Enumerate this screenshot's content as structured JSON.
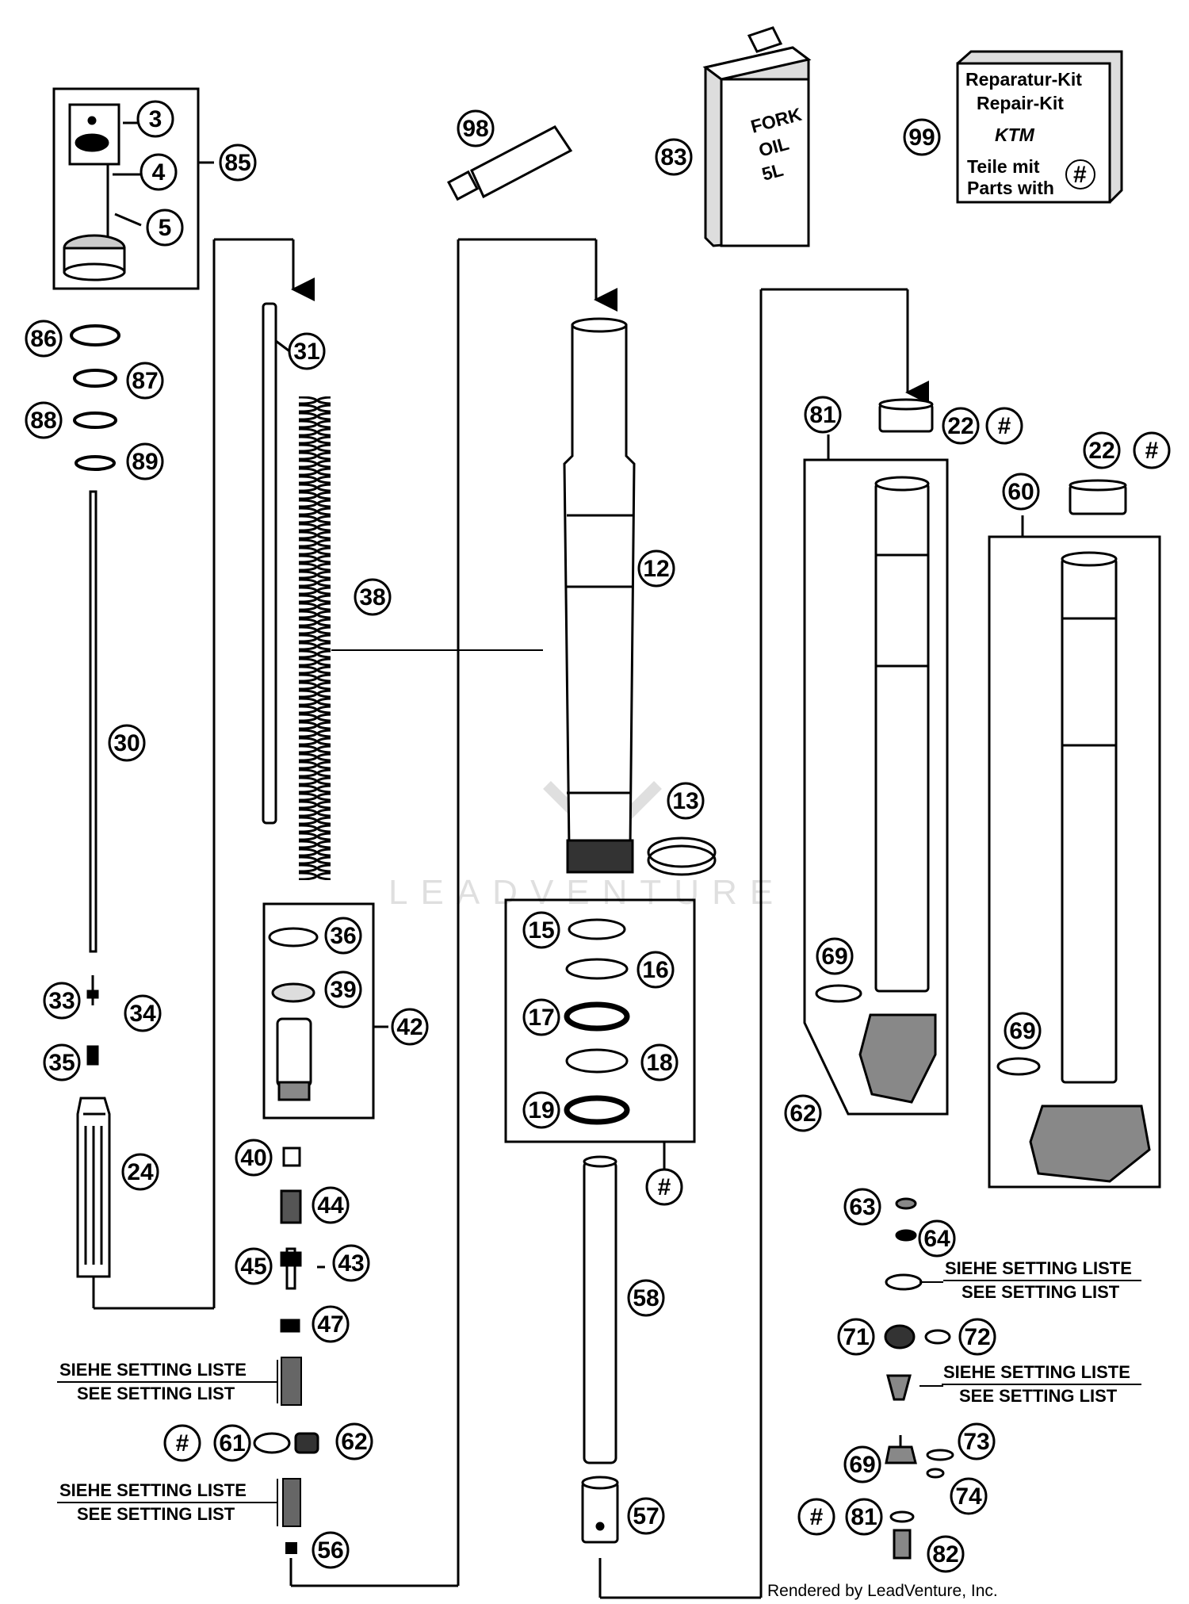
{
  "callouts": {
    "c3": "3",
    "c4": "4",
    "c5": "5",
    "c85": "85",
    "c86": "86",
    "c87": "87",
    "c88": "88",
    "c89": "89",
    "c30": "30",
    "c33": "33",
    "c34": "34",
    "c35": "35",
    "c24": "24",
    "c31": "31",
    "c36": "36",
    "c38": "38",
    "c39": "39",
    "c42": "42",
    "c40": "40",
    "c44": "44",
    "c45": "45",
    "c43": "43",
    "c47": "47",
    "c61": "61",
    "c62a": "62",
    "c56": "56",
    "c98": "98",
    "c83": "83",
    "c99": "99",
    "c12": "12",
    "c13": "13",
    "c15": "15",
    "c16": "16",
    "c17": "17",
    "c18": "18",
    "c19": "19",
    "c58": "58",
    "c57": "57",
    "c81": "81",
    "c22a": "22",
    "c22b": "22",
    "c60": "60",
    "c69a": "69",
    "c69b": "69",
    "c62b": "62",
    "c63": "63",
    "c64": "64",
    "c71": "71",
    "c72": "72",
    "c69c": "69",
    "c73": "73",
    "c74": "74",
    "c81b": "81",
    "c82": "82"
  },
  "hash_symbol": "#",
  "note": {
    "line1": "SIEHE SETTING LISTE",
    "line2": "SEE SETTING LIST"
  },
  "oil_can": {
    "line1": "FORK",
    "line2": "OIL",
    "line3": "5L"
  },
  "kit": {
    "line1": "Reparatur-Kit",
    "line2": "Repair-Kit",
    "brand": "KTM",
    "line3": "Teile mit",
    "line4": "Parts with"
  },
  "watermark": "LEADVENTURE",
  "footer": "Rendered by LeadVenture, Inc."
}
